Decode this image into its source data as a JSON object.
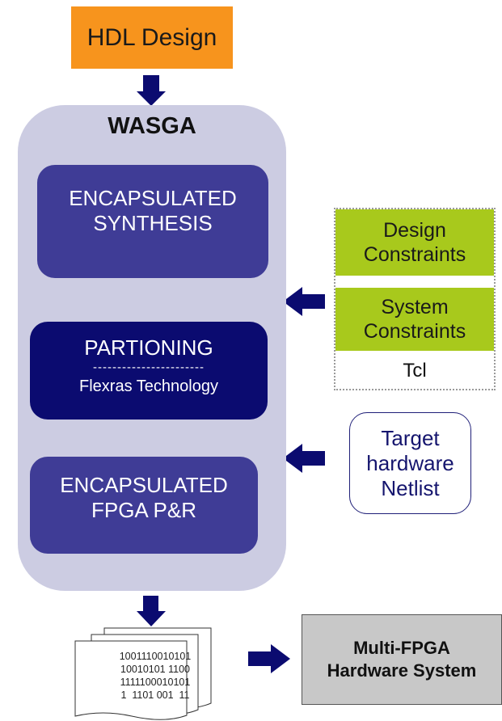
{
  "hdl_design": "HDL Design",
  "wasga": {
    "title": "WASGA",
    "synthesis": [
      "ENCAPSULATED",
      "SYNTHESIS"
    ],
    "partitioning": {
      "title": "PARTIONING",
      "separator": "-----------------------",
      "subtitle": "Flexras Technology"
    },
    "fpga_pr": [
      "ENCAPSULATED",
      "FPGA P&R"
    ]
  },
  "constraints": {
    "design": [
      "Design",
      "Constraints"
    ],
    "system": [
      "System",
      "Constraints"
    ],
    "tcl": "Tcl"
  },
  "target_netlist": [
    "Target",
    "hardware",
    "Netlist"
  ],
  "bitstream": [
    "1001110010101",
    "10010101 1100",
    "1111100010101",
    "1  1101 001  11"
  ],
  "multi_fpga": [
    "Multi-FPGA",
    "Hardware System"
  ],
  "colors": {
    "hdl": "#f7941d",
    "wasga_panel": "#cccce2",
    "stage": "#3f3c96",
    "partitioning": "#0b0b70",
    "constraint": "#a8c91c",
    "arrow": "#0b0b70",
    "multi_fpga": "#c8c8c8"
  }
}
